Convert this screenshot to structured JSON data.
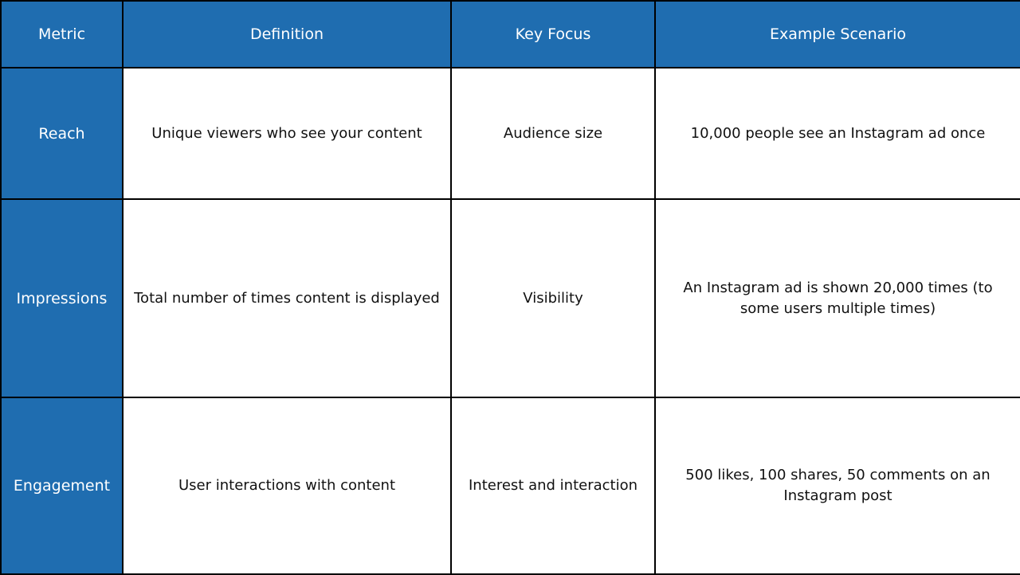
{
  "headers": [
    "Metric",
    "Definition",
    "Key Focus",
    "Example Scenario"
  ],
  "rows": [
    {
      "metric": "Reach",
      "definition": "Unique viewers who see your content",
      "focus": "Audience size",
      "example": "10,000 people see an Instagram ad once"
    },
    {
      "metric": "Impressions",
      "definition": "Total number of times content is displayed",
      "focus": "Visibility",
      "example": "An Instagram ad is shown 20,000 times (to some users multiple times)"
    },
    {
      "metric": "Engagement",
      "definition": "User interactions with content",
      "focus": "Interest and interaction",
      "example": "500 likes, 100 shares, 50 comments on an Instagram post"
    }
  ],
  "colors": {
    "header_bg": "#1f6db0",
    "border": "#000000"
  }
}
